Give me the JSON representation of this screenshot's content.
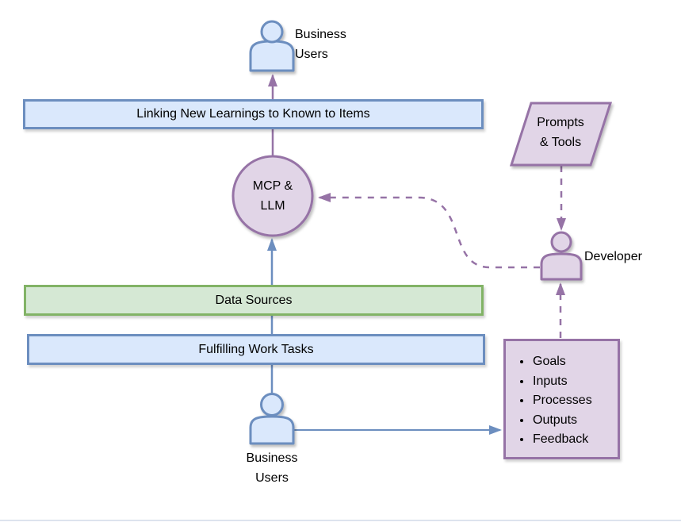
{
  "palette": {
    "blue_fill": "#DAE8FC",
    "blue_stroke": "#6C8EBF",
    "green_fill": "#D5E8D4",
    "green_stroke": "#82B366",
    "purple_fill": "#E1D5E7",
    "purple_stroke": "#9673A6",
    "text": "#000000"
  },
  "diagram": {
    "top_user": {
      "label": "Business\nUsers"
    },
    "linking_box": {
      "label": "Linking New Learnings to Known to Items"
    },
    "prompts": {
      "label": "Prompts\n& Tools"
    },
    "mcp": {
      "label": "MCP &\nLLM"
    },
    "developer": {
      "label": "Developer"
    },
    "data_sources": {
      "label": "Data Sources"
    },
    "fulfilling": {
      "label": "Fulfilling Work Tasks"
    },
    "bottom_user": {
      "label": "Business\nUsers"
    },
    "goals": {
      "items": [
        "Goals",
        "Inputs",
        "Processes",
        "Outputs",
        "Feedback"
      ]
    }
  },
  "edges": [
    {
      "from": "mcp-llm-circle",
      "to": "top-business-users",
      "style": "solid",
      "color": "#9673A6"
    },
    {
      "from": "bottom-business-users",
      "to": "mcp-llm-circle",
      "style": "solid",
      "color": "#6C8EBF"
    },
    {
      "from": "bottom-business-users",
      "to": "goals-box",
      "style": "solid",
      "color": "#6C8EBF"
    },
    {
      "from": "prompts-tools",
      "to": "developer",
      "style": "dashed",
      "color": "#9673A6"
    },
    {
      "from": "goals-box",
      "to": "developer",
      "style": "dashed",
      "color": "#9673A6"
    },
    {
      "from": "developer",
      "to": "mcp-llm-circle",
      "style": "dashed",
      "color": "#9673A6"
    }
  ]
}
